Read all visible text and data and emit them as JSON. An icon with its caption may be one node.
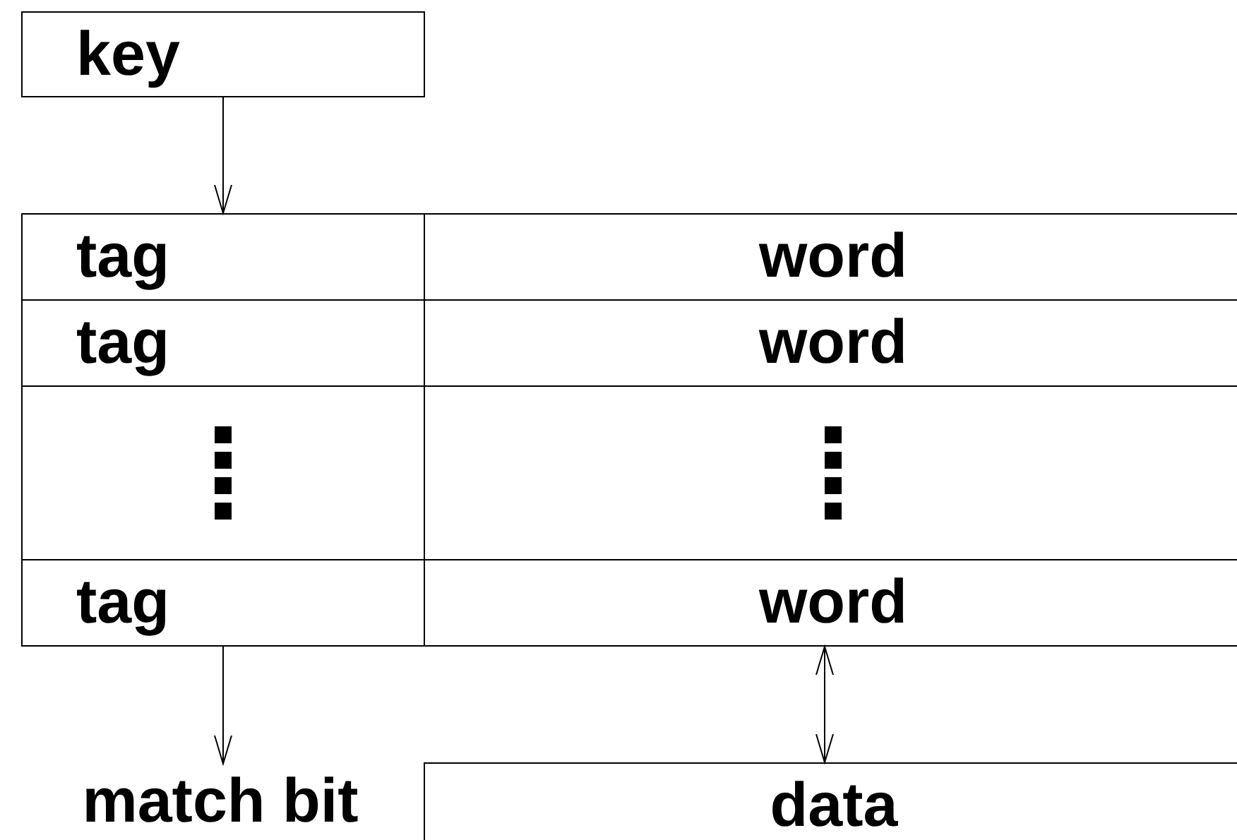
{
  "diagram": {
    "nodes": [
      {
        "text": [
          "key"
        ]
      },
      {
        "text": [
          "tag"
        ]
      },
      {
        "text": [
          "word"
        ]
      },
      {
        "text": [
          "tag"
        ]
      },
      {
        "text": [
          "word"
        ]
      },
      {
        "text": [],
        "shape": "box"
      },
      {
        "text": [],
        "shape": "box"
      },
      {
        "text": [
          "tag"
        ]
      },
      {
        "text": [
          "word"
        ]
      },
      {
        "text": [
          "match bit"
        ]
      },
      {
        "text": [
          "data"
        ]
      }
    ],
    "edges": [
      {
        "from": 0,
        "to": 1,
        "arrow": "to"
      },
      {
        "from": 7,
        "to": 9,
        "arrow": "to"
      },
      {
        "from": 8,
        "to": 10,
        "arrow": "both"
      }
    ]
  }
}
